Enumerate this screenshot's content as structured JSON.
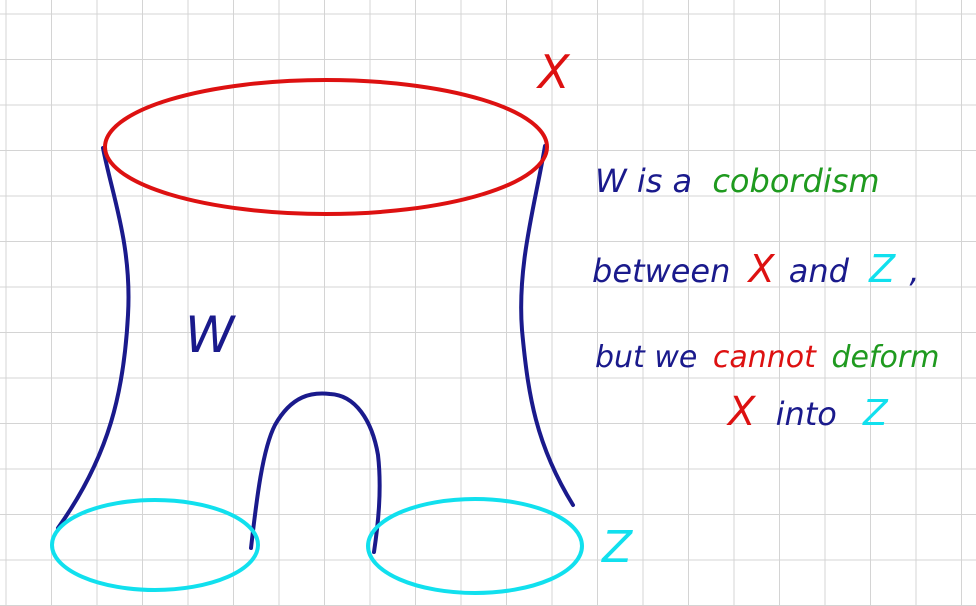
{
  "labels": {
    "top_boundary": "X",
    "bottom_boundary": "Z",
    "manifold": "W"
  },
  "note": {
    "line1": [
      "W is a",
      "cobordism"
    ],
    "line2": [
      "between",
      "X",
      "and",
      "Z",
      ","
    ],
    "line3": [
      "but we",
      "cannot",
      "deform"
    ],
    "line4": [
      "X",
      "into",
      "Z"
    ]
  },
  "colors": {
    "grid": "#d4d4d4",
    "x_red": "#dd1111",
    "w_navy": "#1a1a8c",
    "z_cyan": "#11e0ee",
    "cobordism_green": "#1f9a1f"
  }
}
